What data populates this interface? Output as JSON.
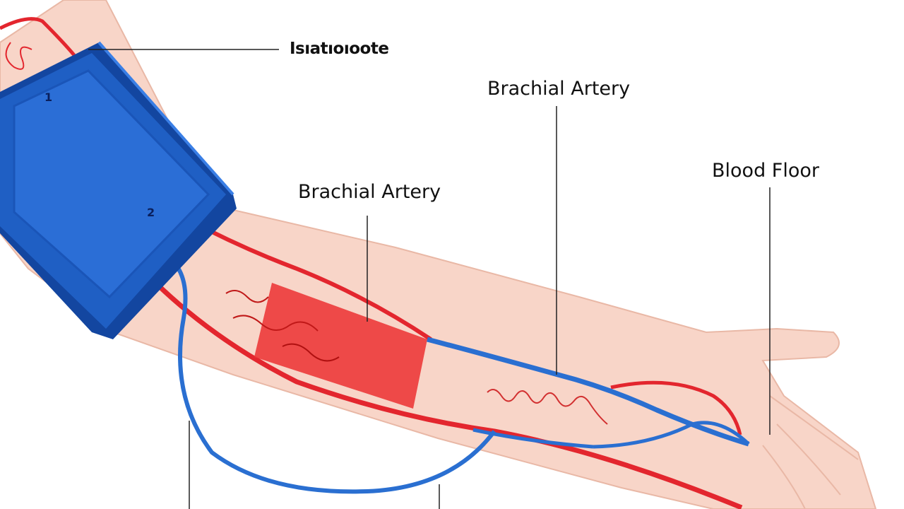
{
  "labels": {
    "top_label": "Isıatıoıoote",
    "brachial_artery_upper": "Brachial Artery",
    "brachial_artery_lower": "Brachial Artery",
    "blood_flow": "Blood Floor"
  },
  "cuff_markers": {
    "marker_1": "1",
    "marker_2": "2"
  },
  "colors": {
    "skin": "#f8d5c8",
    "skin_outline": "#e9b8a6",
    "cuff": "#1f5fc4",
    "cuff_dark": "#1346a0",
    "artery": "#e3262e",
    "vein": "#2a6fd1",
    "leader_line": "#222222"
  },
  "icons": {
    "cuff": "blood-pressure-cuff-icon",
    "pulse": "pulse-wave-icon"
  }
}
